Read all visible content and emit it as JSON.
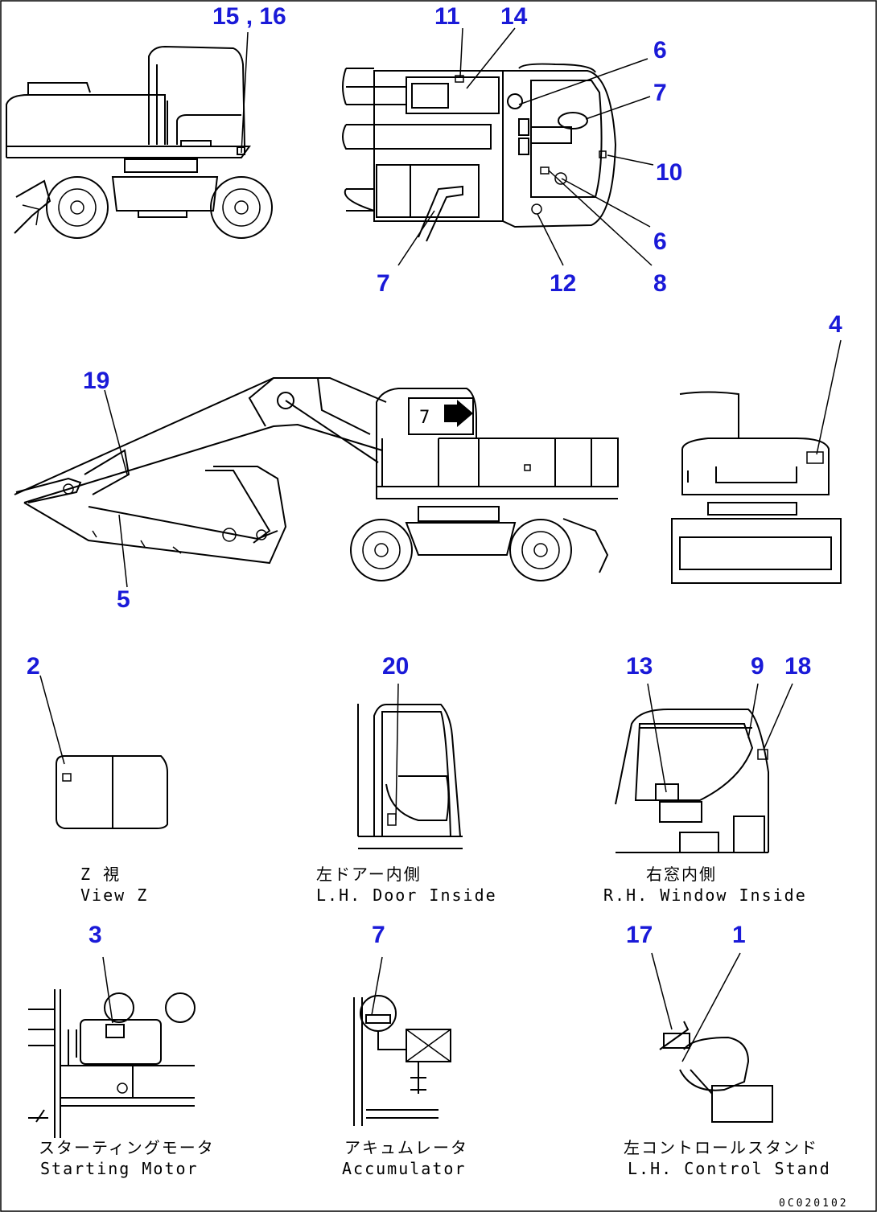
{
  "callouts": {
    "c15_16": "15 , 16",
    "c11": "11",
    "c14": "14",
    "c6a": "6",
    "c7a": "7",
    "c10": "10",
    "c6b": "6",
    "c8": "8",
    "c7b": "7",
    "c12": "12",
    "c19": "19",
    "c4": "4",
    "c5": "5",
    "c2": "2",
    "c20": "20",
    "c13": "13",
    "c9": "9",
    "c18": "18",
    "c3": "3",
    "c7c": "7",
    "c17": "17",
    "c1": "1"
  },
  "labels": {
    "boom_text": "7",
    "view_jp": "Z 視",
    "view_en": "View Z",
    "door_jp": "左ドアー内側",
    "door_en": "L.H. Door Inside",
    "window_jp": "右窓内側",
    "window_en": "R.H. Window Inside",
    "motor_jp": "スターティングモータ",
    "motor_en": "Starting Motor",
    "accum_jp": "アキュムレータ",
    "accum_en": "Accumulator",
    "stand_jp": "左コントロールスタンド",
    "stand_en": "L.H. Control Stand"
  },
  "drawing_code": "0C020102",
  "colors": {
    "callout": "#1a1ad8",
    "line": "#000000"
  }
}
